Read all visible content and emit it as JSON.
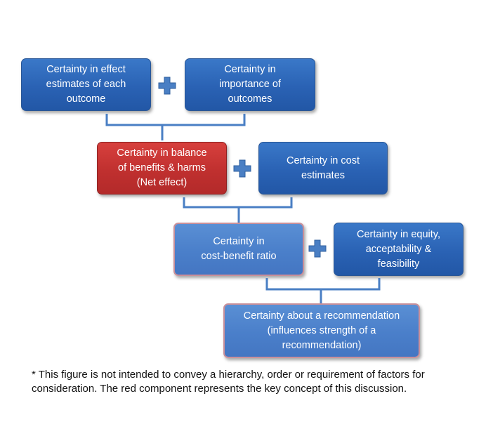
{
  "boxes": {
    "effect_estimates": "Certainty  in effect\nestimates  of each\noutcome",
    "importance_outcomes": "Certainty in\nimportance of\noutcomes",
    "balance": "Certainty in balance\nof benefits & harms\n(Net effect)",
    "cost_estimates": "Certainty in cost\nestimates",
    "cost_benefit": "Certainty in\ncost-benefit ratio",
    "equity": "Certainty in equity,\nacceptability &\nfeasibility",
    "recommendation": "Certainty about a recommendation\n(influences strength of  a\nrecommendation)"
  },
  "footnote": "* This figure is not intended to convey a hierarchy, order or requirement of factors for consideration. The red component represents the key concept of this discussion.",
  "colors": {
    "blue_dark": "#2a62b4",
    "blue_light": "#4a7fca",
    "red": "#c0302f",
    "connector": "#4a7fc4",
    "plus": "#4a7fc4"
  },
  "icons": {
    "plus": "plus-icon",
    "bracket": "bracket-connector"
  }
}
